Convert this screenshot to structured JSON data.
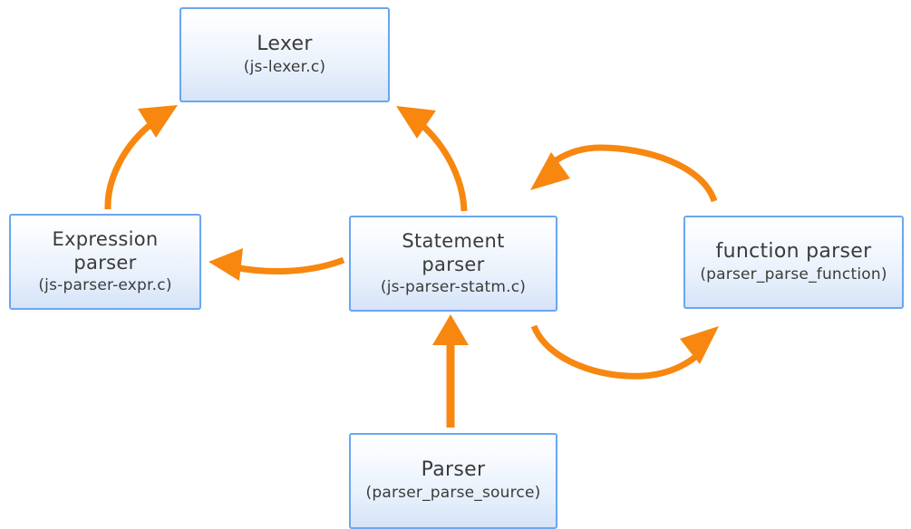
{
  "diagram": {
    "type": "flow-diagram",
    "title": "",
    "colors": {
      "node_border": "#6aa6f0",
      "node_fill_top": "#ffffff",
      "node_fill_bottom": "#d6e4f8",
      "arrow": "#F7870F",
      "text": "#3b3b3b",
      "background": "#ffffff"
    },
    "nodes": [
      {
        "id": "lexer",
        "title": "Lexer",
        "subtitle": "(js-lexer.c)"
      },
      {
        "id": "expression-parser",
        "title": "Expression\nparser",
        "subtitle": "(js-parser-expr.c)"
      },
      {
        "id": "statement-parser",
        "title": "Statement\nparser",
        "subtitle": "(js-parser-statm.c)"
      },
      {
        "id": "function-parser",
        "title": "function parser",
        "subtitle": "(parser_parse_function)"
      },
      {
        "id": "parser",
        "title": "Parser",
        "subtitle": "(parser_parse_source)"
      }
    ],
    "edges": [
      {
        "id": "expr-to-lexer",
        "from": "expression-parser",
        "to": "lexer",
        "style": "curved",
        "label": ""
      },
      {
        "id": "statement-to-lexer",
        "from": "statement-parser",
        "to": "lexer",
        "style": "curved",
        "label": ""
      },
      {
        "id": "statement-to-expr",
        "from": "statement-parser",
        "to": "expression-parser",
        "style": "curved",
        "label": ""
      },
      {
        "id": "statement-to-function",
        "from": "statement-parser",
        "to": "function-parser",
        "style": "arc-bottom",
        "label": ""
      },
      {
        "id": "function-to-statement",
        "from": "function-parser",
        "to": "statement-parser",
        "style": "arc-top",
        "label": ""
      },
      {
        "id": "parser-to-statement",
        "from": "parser",
        "to": "statement-parser",
        "style": "straight",
        "label": ""
      }
    ]
  }
}
